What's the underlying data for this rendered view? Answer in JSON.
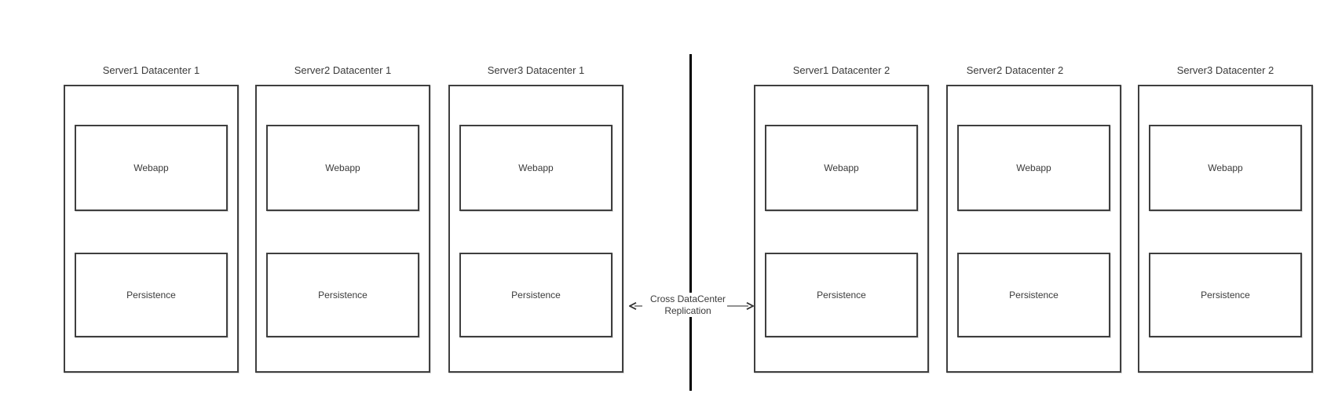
{
  "colors": {
    "background": "#ffffff",
    "box_stroke": "#3f3f3f",
    "divider": "#000000",
    "text": "#3a3a3a",
    "arrow": "#6e6e6e",
    "arrowhead": "#333333"
  },
  "datacenters": [
    {
      "servers": [
        {
          "title": "Server1 Datacenter 1",
          "components": [
            "Webapp",
            "Persistence"
          ]
        },
        {
          "title": "Server2 Datacenter 1",
          "components": [
            "Webapp",
            "Persistence"
          ]
        },
        {
          "title": "Server3 Datacenter 1",
          "components": [
            "Webapp",
            "Persistence"
          ]
        }
      ]
    },
    {
      "servers": [
        {
          "title": "Server1 Datacenter 2",
          "components": [
            "Webapp",
            "Persistence"
          ]
        },
        {
          "title": "Server2 Datacenter 2",
          "components": [
            "Webapp",
            "Persistence"
          ]
        },
        {
          "title": "Server3 Datacenter 2",
          "components": [
            "Webapp",
            "Persistence"
          ]
        }
      ]
    }
  ],
  "replication": {
    "line1": "Cross DataCenter",
    "line2": "Replication"
  }
}
